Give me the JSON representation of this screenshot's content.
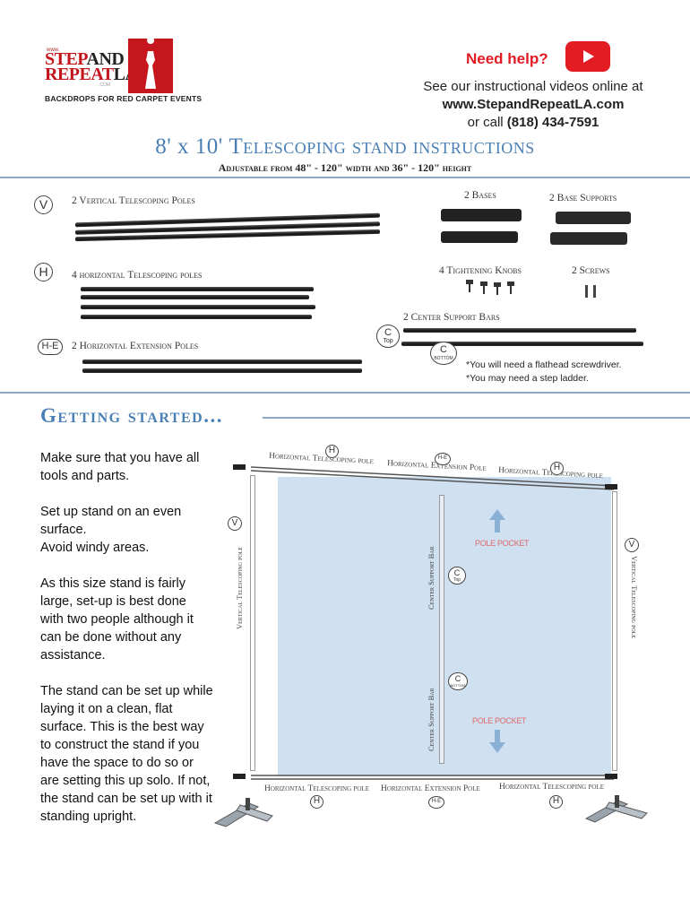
{
  "header": {
    "logo": {
      "www": "www.",
      "line1_red": "STEP",
      "line1_dark": "AND",
      "line2_red": "REPEAT",
      "line2_dark": "LA",
      "com": ".COM",
      "tagline": "BACKDROPS FOR RED CARPET EVENTS"
    },
    "help_text": "Need help?",
    "info_line1": "See our instructional videos online at",
    "website": "www.StepandRepeatLA.com",
    "call_prefix": "or call ",
    "phone": "(818) 434-7591"
  },
  "title": {
    "size": "8' x 10'",
    "rest": "Telescoping stand instructions",
    "subtitle": "Adjustable from 48\" - 120\" width and 36\" - 120\" height"
  },
  "parts": {
    "v": {
      "letter": "V",
      "label": "2 Vertical Telescoping Poles"
    },
    "h": {
      "letter": "H",
      "label": "4 horizontal Telescoping poles"
    },
    "he": {
      "letter": "H-E",
      "label": "2  Horizontal Extension Poles"
    },
    "bases": "2 Bases",
    "base_supports": "2 Base Supports",
    "knobs": "4 Tightening Knobs",
    "screws": "2 Screws",
    "center_bars": "2 Center Support Bars",
    "c_letter": "C",
    "c_top": "Top",
    "c_bottom": "BOTTOM",
    "note1": "*You will need a flathead screwdriver.",
    "note2": "*You may need a step ladder."
  },
  "getting_started": {
    "title": "Getting started...",
    "p1": "Make sure that you have all tools and parts.",
    "p2": "Set up stand on an even surface.",
    "p2b": "Avoid windy areas.",
    "p3": "As this size stand is fairly large, set-up is best done with two people although it can be done without any assistance.",
    "p4": "The stand can be set up while laying it on a clean, flat surface. This is the best way to construct the stand if you have the space to do so or are setting this up solo. If not, the stand can be set up with it standing upright."
  },
  "diagram": {
    "top_h1": "Horizontal Telescoping pole",
    "top_he": "Horizontal Extension Pole",
    "top_h2": "Horizontal Telescoping pole",
    "bottom_h1": "Horizontal Telescoping pole",
    "bottom_he": "Horizontal Extension Pole",
    "bottom_h2": "Horizontal Telescoping pole",
    "vert_left": "Vertical Telescoping pole",
    "vert_right": "Vertical Telescoping pole",
    "center_top": "Center Support Bar",
    "center_bottom": "Center Support Bar",
    "pole_pocket": "POLE POCKET",
    "h": "H",
    "he": "H-E",
    "v": "V",
    "c": "C",
    "top": "Top",
    "bottom": "BOTTOM"
  },
  "colors": {
    "brand_red": "#e31b23",
    "title_blue": "#4a7fb5",
    "panel_blue": "#cfe0f1"
  }
}
